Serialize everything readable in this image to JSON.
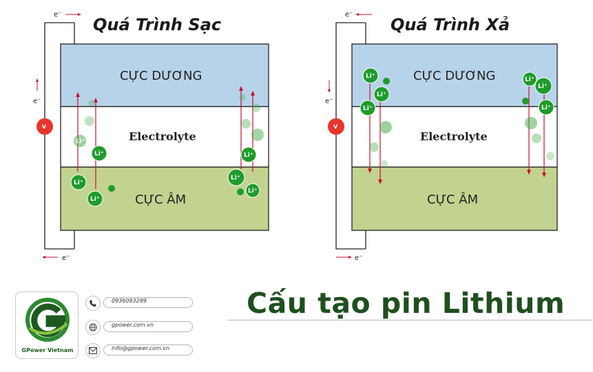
{
  "charging": {
    "title": "Quá Trình Sạc",
    "cathode_label": "CỰC DƯƠNG",
    "electrolyte_label": "Electrolyte",
    "anode_label": "CỰC ÂM",
    "electron_top": "e⁻",
    "electron_side": "e⁻",
    "electron_bottom": "e⁻",
    "ion_label": "Li⁺",
    "meter_label": "V"
  },
  "discharging": {
    "title": "Quá Trình Xả",
    "cathode_label": "CỰC DƯƠNG",
    "electrolyte_label": "Electrolyte",
    "anode_label": "CỰC ÂM",
    "electron_top": "e⁻",
    "electron_side": "e⁻",
    "electron_bottom": "e⁻",
    "ion_label": "Li⁺",
    "meter_label": "V"
  },
  "colors": {
    "cathode": "#b7d3ea",
    "electrolyte": "#ffffff",
    "anode": "#c2d38f",
    "ion": "#1e9c2c",
    "arrow": "#c8102e",
    "meter": "#e8352b",
    "brand": "#1f4f1f"
  },
  "footer": {
    "main_title": "Cấu tạo pin Lithium",
    "brand_name": "GPower Vietnam",
    "phone": "0936093289",
    "website": "gpower.com.vn",
    "email": "info@gpower.com.vn",
    "phone_icon": "phone-icon",
    "web_icon": "globe-icon",
    "mail_icon": "mail-icon"
  }
}
